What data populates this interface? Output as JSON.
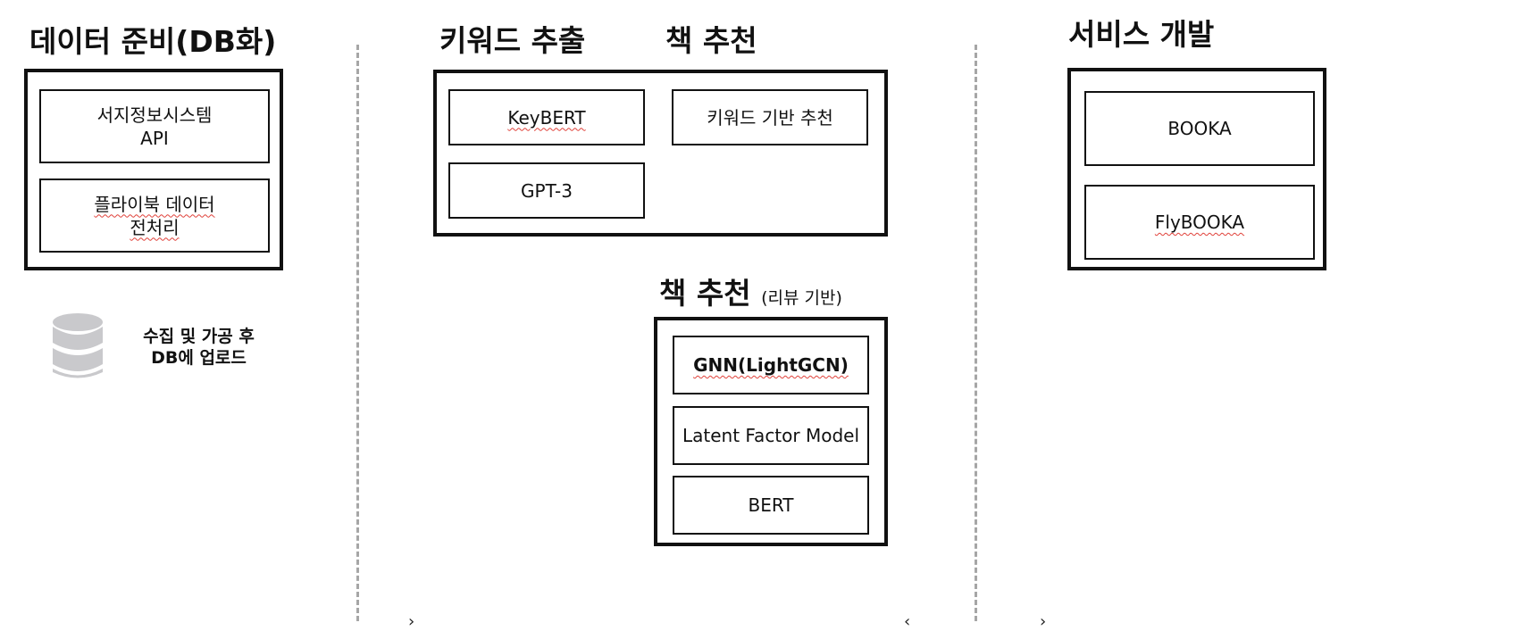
{
  "sections": {
    "data_prep": {
      "title": "데이터 준비(DB화)",
      "boxes": [
        {
          "line1": "서지정보시스템",
          "line2": "API"
        },
        {
          "line1": "플라이북 데이터",
          "line2": "전처리"
        }
      ],
      "db_icon": "database-icon",
      "db_caption": {
        "line1": "수집 및 가공 후",
        "line2": "DB에 업로드"
      }
    },
    "keyword": {
      "title_left": "키워드 추출",
      "title_right": "책 추천",
      "boxes": [
        "KeyBERT",
        "GPT-3",
        "키워드 기반 추천"
      ]
    },
    "review": {
      "title": "책 추천",
      "title_note": "(리뷰 기반)",
      "boxes": [
        "GNN(LightGCN)",
        "Latent Factor Model",
        "BERT"
      ]
    },
    "service": {
      "title": "서비스 개발",
      "boxes": [
        "BOOKA",
        "FlyBOOKA"
      ]
    }
  },
  "colors": {
    "border": "#111111",
    "divider": "#a6a6a6",
    "db_icon": "#c9c9cc",
    "spellcheck": "#e0413a"
  }
}
